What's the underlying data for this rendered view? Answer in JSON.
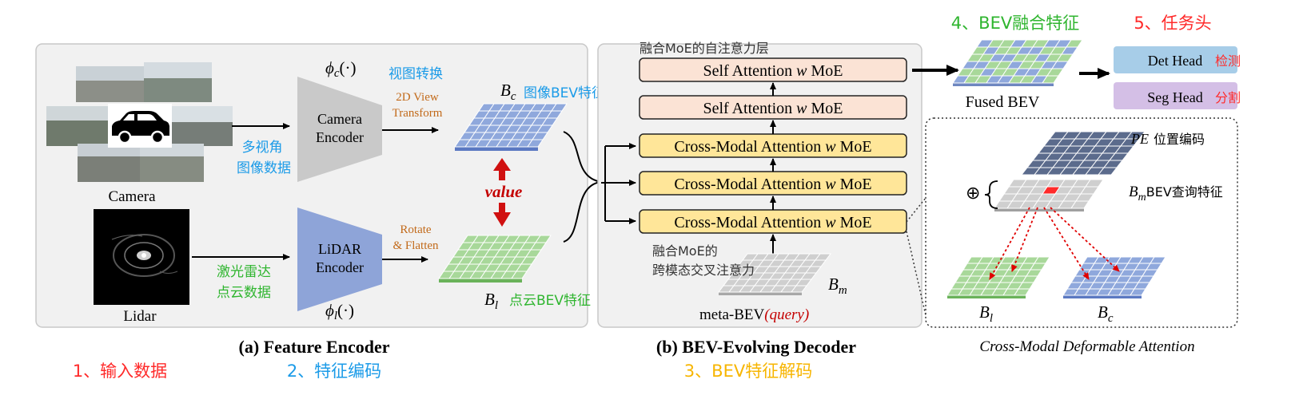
{
  "panels": {
    "encoder_caption": "(a) Feature Encoder",
    "decoder_caption": "(b) BEV-Evolving Decoder",
    "deform_caption": "Cross-Modal Deformable Attention"
  },
  "steps": {
    "s1": "1、输入数据",
    "s2": "2、特征编码",
    "s3": "3、BEV特征解码",
    "s4": "4、BEV融合特征",
    "s5": "5、任务头"
  },
  "colors": {
    "red": "#ff2a2a",
    "blue": "#1b9be8",
    "green": "#2fb52f",
    "yellow": "#f7b500"
  },
  "encoder": {
    "camera_label": "Camera",
    "lidar_label": "Lidar",
    "camera_cn": [
      "多视角",
      "图像数据"
    ],
    "lidar_cn": [
      "激光雷达",
      "点云数据"
    ],
    "phi_c": "ϕ",
    "phi_c_sub": "c",
    "phi_l": "ϕ",
    "phi_l_sub": "l",
    "phi_arg": "(·)",
    "camera_encoder": [
      "Camera",
      "Encoder"
    ],
    "lidar_encoder": [
      "LiDAR",
      "Encoder"
    ],
    "view_cn": "视图转换",
    "view_transform": [
      "2D View",
      "Transform"
    ],
    "rotate_flatten": [
      "Rotate",
      "& Flatten"
    ],
    "bc_symbol": "B",
    "bc_sub": "c",
    "bc_cn": "图像BEV特征",
    "bl_symbol": "B",
    "bl_sub": "l",
    "bl_cn": "点云BEV特征",
    "value": "value"
  },
  "decoder": {
    "moe_self_cn": "融合MoE的自注意力层",
    "moe_cross_cn": [
      "融合MoE的",
      "跨模态交叉注意力"
    ],
    "self_attn": [
      "Self Attention ",
      "w",
      " MoE"
    ],
    "cross_attn": [
      "Cross-Modal Attention ",
      "w",
      " MoE"
    ],
    "meta_bev": "meta-BEV",
    "query": "(query)",
    "bm_symbol": "B",
    "bm_sub": "m"
  },
  "fused": {
    "label": "Fused BEV",
    "det_head": "Det Head",
    "det_cn": "检测",
    "seg_head": "Seg Head",
    "seg_cn": "分割"
  },
  "deform": {
    "pe": "PE",
    "pe_cn": "位置编码",
    "bm_symbol": "B",
    "bm_sub": "m",
    "bm_cn": "BEV查询特征",
    "bl_symbol": "B",
    "bl_sub": "l",
    "bc_symbol": "B",
    "bc_sub": "c",
    "oplus": "⊕"
  }
}
